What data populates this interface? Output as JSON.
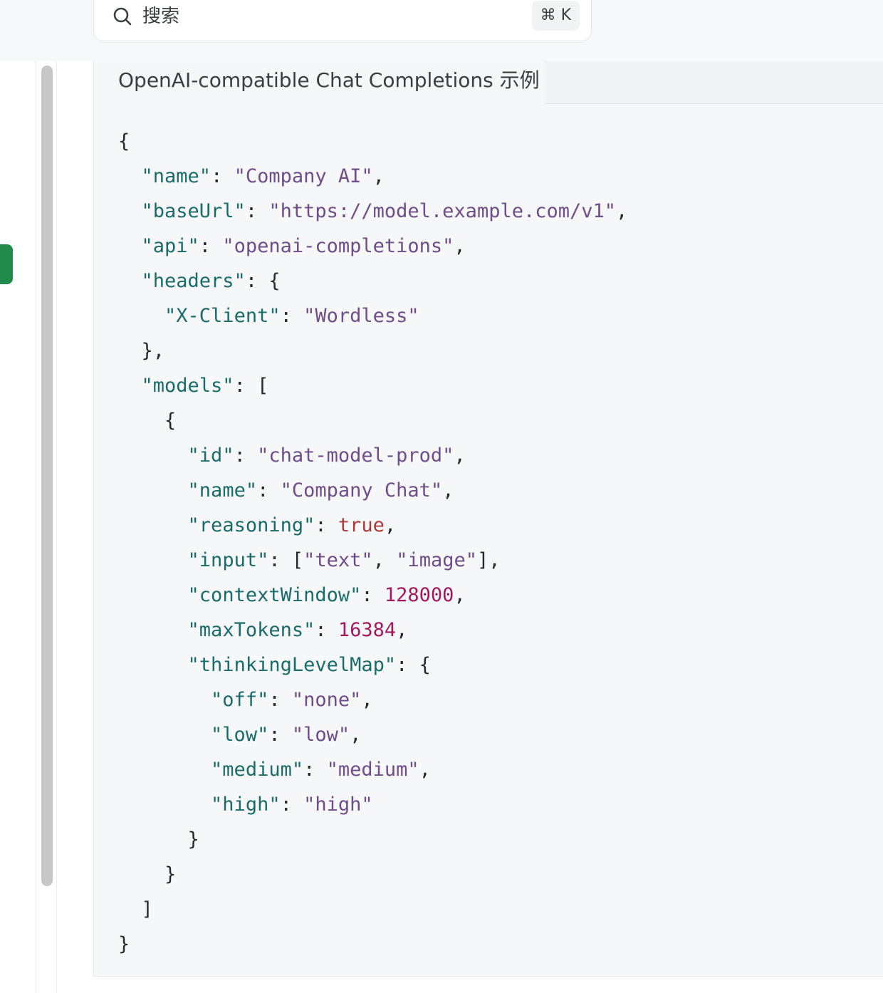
{
  "search": {
    "placeholder": "搜索",
    "shortcut": "⌘ K"
  },
  "code_block": {
    "title": "OpenAI-compatible Chat Completions 示例",
    "lines": [
      [
        {
          "t": "p",
          "v": "{"
        }
      ],
      [
        {
          "t": "p",
          "v": "  "
        },
        {
          "t": "k",
          "v": "\"name\""
        },
        {
          "t": "p",
          "v": ": "
        },
        {
          "t": "s",
          "v": "\"Company AI\""
        },
        {
          "t": "p",
          "v": ","
        }
      ],
      [
        {
          "t": "p",
          "v": "  "
        },
        {
          "t": "k",
          "v": "\"baseUrl\""
        },
        {
          "t": "p",
          "v": ": "
        },
        {
          "t": "s",
          "v": "\"https://model.example.com/v1\""
        },
        {
          "t": "p",
          "v": ","
        }
      ],
      [
        {
          "t": "p",
          "v": "  "
        },
        {
          "t": "k",
          "v": "\"api\""
        },
        {
          "t": "p",
          "v": ": "
        },
        {
          "t": "s",
          "v": "\"openai-completions\""
        },
        {
          "t": "p",
          "v": ","
        }
      ],
      [
        {
          "t": "p",
          "v": "  "
        },
        {
          "t": "k",
          "v": "\"headers\""
        },
        {
          "t": "p",
          "v": ": {"
        }
      ],
      [
        {
          "t": "p",
          "v": "    "
        },
        {
          "t": "k",
          "v": "\"X-Client\""
        },
        {
          "t": "p",
          "v": ": "
        },
        {
          "t": "s",
          "v": "\"Wordless\""
        }
      ],
      [
        {
          "t": "p",
          "v": "  },"
        }
      ],
      [
        {
          "t": "p",
          "v": "  "
        },
        {
          "t": "k",
          "v": "\"models\""
        },
        {
          "t": "p",
          "v": ": ["
        }
      ],
      [
        {
          "t": "p",
          "v": "    {"
        }
      ],
      [
        {
          "t": "p",
          "v": "      "
        },
        {
          "t": "k",
          "v": "\"id\""
        },
        {
          "t": "p",
          "v": ": "
        },
        {
          "t": "s",
          "v": "\"chat-model-prod\""
        },
        {
          "t": "p",
          "v": ","
        }
      ],
      [
        {
          "t": "p",
          "v": "      "
        },
        {
          "t": "k",
          "v": "\"name\""
        },
        {
          "t": "p",
          "v": ": "
        },
        {
          "t": "s",
          "v": "\"Company Chat\""
        },
        {
          "t": "p",
          "v": ","
        }
      ],
      [
        {
          "t": "p",
          "v": "      "
        },
        {
          "t": "k",
          "v": "\"reasoning\""
        },
        {
          "t": "p",
          "v": ": "
        },
        {
          "t": "b",
          "v": "true"
        },
        {
          "t": "p",
          "v": ","
        }
      ],
      [
        {
          "t": "p",
          "v": "      "
        },
        {
          "t": "k",
          "v": "\"input\""
        },
        {
          "t": "p",
          "v": ": ["
        },
        {
          "t": "s",
          "v": "\"text\""
        },
        {
          "t": "p",
          "v": ", "
        },
        {
          "t": "s",
          "v": "\"image\""
        },
        {
          "t": "p",
          "v": "],"
        }
      ],
      [
        {
          "t": "p",
          "v": "      "
        },
        {
          "t": "k",
          "v": "\"contextWindow\""
        },
        {
          "t": "p",
          "v": ": "
        },
        {
          "t": "n",
          "v": "128000"
        },
        {
          "t": "p",
          "v": ","
        }
      ],
      [
        {
          "t": "p",
          "v": "      "
        },
        {
          "t": "k",
          "v": "\"maxTokens\""
        },
        {
          "t": "p",
          "v": ": "
        },
        {
          "t": "n",
          "v": "16384"
        },
        {
          "t": "p",
          "v": ","
        }
      ],
      [
        {
          "t": "p",
          "v": "      "
        },
        {
          "t": "k",
          "v": "\"thinkingLevelMap\""
        },
        {
          "t": "p",
          "v": ": {"
        }
      ],
      [
        {
          "t": "p",
          "v": "        "
        },
        {
          "t": "k",
          "v": "\"off\""
        },
        {
          "t": "p",
          "v": ": "
        },
        {
          "t": "s",
          "v": "\"none\""
        },
        {
          "t": "p",
          "v": ","
        }
      ],
      [
        {
          "t": "p",
          "v": "        "
        },
        {
          "t": "k",
          "v": "\"low\""
        },
        {
          "t": "p",
          "v": ": "
        },
        {
          "t": "s",
          "v": "\"low\""
        },
        {
          "t": "p",
          "v": ","
        }
      ],
      [
        {
          "t": "p",
          "v": "        "
        },
        {
          "t": "k",
          "v": "\"medium\""
        },
        {
          "t": "p",
          "v": ": "
        },
        {
          "t": "s",
          "v": "\"medium\""
        },
        {
          "t": "p",
          "v": ","
        }
      ],
      [
        {
          "t": "p",
          "v": "        "
        },
        {
          "t": "k",
          "v": "\"high\""
        },
        {
          "t": "p",
          "v": ": "
        },
        {
          "t": "s",
          "v": "\"high\""
        }
      ],
      [
        {
          "t": "p",
          "v": "      }"
        }
      ],
      [
        {
          "t": "p",
          "v": "    }"
        }
      ],
      [
        {
          "t": "p",
          "v": "  ]"
        }
      ],
      [
        {
          "t": "p",
          "v": "}"
        }
      ]
    ]
  },
  "colors": {
    "key": "#1a6b6b",
    "string": "#6f4c8a",
    "boolean": "#a83a3a",
    "number": "#a2195f",
    "accent": "#1f8a4c"
  },
  "icons": {
    "search": "search-icon"
  }
}
